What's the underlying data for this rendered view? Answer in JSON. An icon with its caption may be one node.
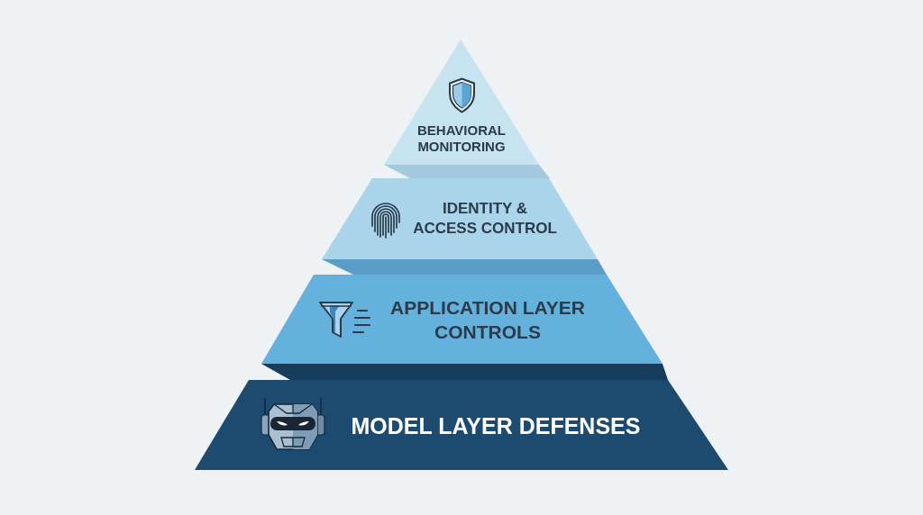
{
  "diagram": {
    "nodes": [
      {
        "text": [
          "BEHAVIORAL MONITORING"
        ]
      },
      {
        "text": [
          "IDENTITY & ACCESS CONTROL"
        ]
      },
      {
        "text": [
          "APPLICATION LAYER CONTROLS"
        ]
      },
      {
        "text": [
          "MODEL LAYER DEFENSES"
        ]
      }
    ]
  }
}
